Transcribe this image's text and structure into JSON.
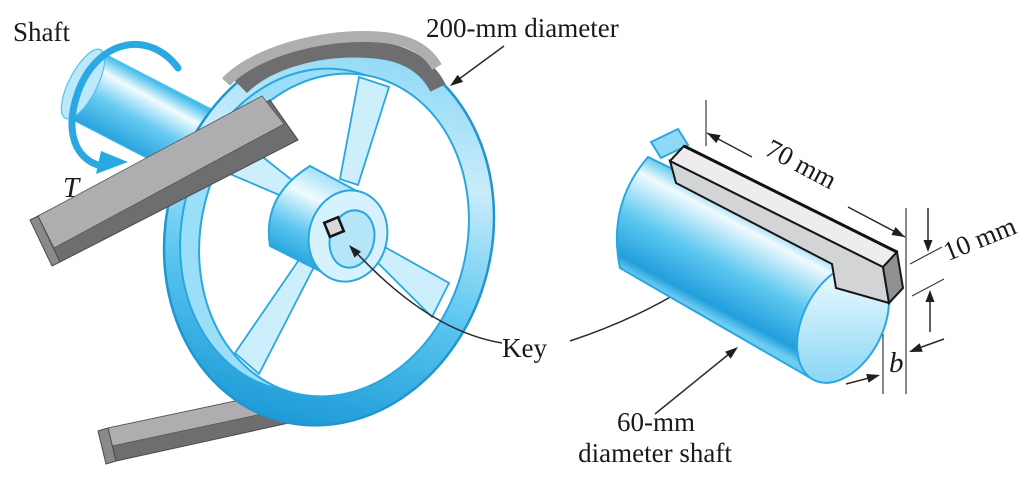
{
  "figure": {
    "background": "#ffffff",
    "colors": {
      "cyan_accent": "#2AA7DF",
      "cyan_light": "#C9ECFB",
      "cyan_deep": "#1F96CF",
      "belt_gray_light": "#AEAEB0",
      "belt_gray_dark": "#6E6E71",
      "key_gray_light": "#EDEDEF",
      "key_gray_mid": "#D2D4D6",
      "key_gray_dark": "#8E9092",
      "ink": "#1a1a1a"
    },
    "labels": {
      "shaft": "Shaft",
      "torque": "T",
      "pulley_diameter": "200-mm diameter",
      "key": "Key",
      "key_length": "70 mm",
      "key_height": "10 mm",
      "key_width": "b",
      "right_shaft_line1": "60-mm",
      "right_shaft_line2": "diameter shaft"
    }
  }
}
